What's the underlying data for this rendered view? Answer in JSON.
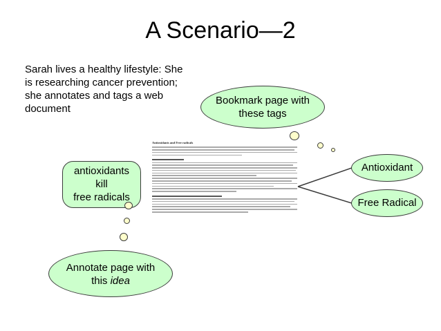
{
  "slide": {
    "title": "A Scenario—2",
    "intro": "Sarah lives a healthy lifestyle: She is researching cancer prevention; she annotates and tags a web document"
  },
  "bookmark_bubble": {
    "line1": "Bookmark page with",
    "line2": "these tags"
  },
  "annotation_note": {
    "line1": "antioxidants",
    "line2": "kill",
    "line3": "free radicals"
  },
  "annotate_bubble": {
    "line1": "Annotate page with",
    "line2_prefix": "this ",
    "line2_emphasis": "idea"
  },
  "tags": [
    "Antioxidant",
    "Free Radical"
  ],
  "document": {
    "title": "Antioxidants and Free radicals"
  },
  "colors": {
    "bubble_fill": "#ccffcc",
    "dot_fill": "#ffffcc",
    "outline": "#3a3a3a"
  }
}
